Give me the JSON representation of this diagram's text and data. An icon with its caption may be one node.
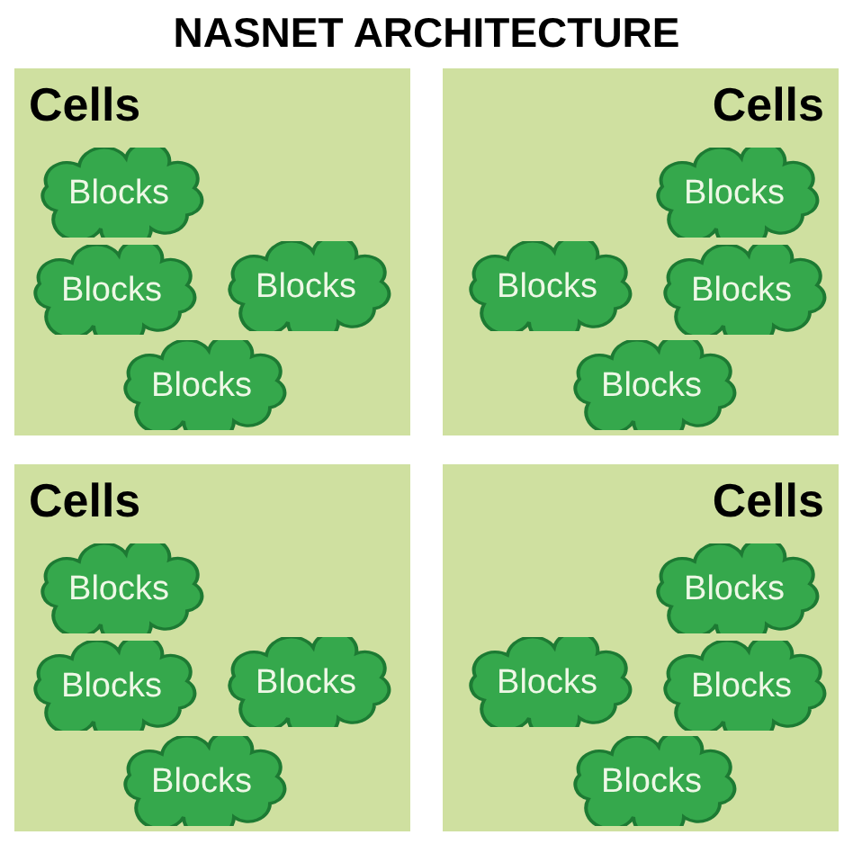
{
  "diagram": {
    "title": "NASNET ARCHITECTURE",
    "nodes": [
      {
        "text": [
          "Cells"
        ]
      },
      {
        "text": [
          "Blocks"
        ],
        "in": 0
      },
      {
        "text": [
          "Blocks"
        ],
        "in": 0
      },
      {
        "text": [
          "Blocks"
        ],
        "in": 0
      },
      {
        "text": [
          "Blocks"
        ],
        "in": 0
      },
      {
        "text": [
          "Cells"
        ]
      },
      {
        "text": [
          "Blocks"
        ],
        "in": 5
      },
      {
        "text": [
          "Blocks"
        ],
        "in": 5
      },
      {
        "text": [
          "Blocks"
        ],
        "in": 5
      },
      {
        "text": [
          "Blocks"
        ],
        "in": 5
      },
      {
        "text": [
          "Cells"
        ]
      },
      {
        "text": [
          "Blocks"
        ],
        "in": 10
      },
      {
        "text": [
          "Blocks"
        ],
        "in": 10
      },
      {
        "text": [
          "Blocks"
        ],
        "in": 10
      },
      {
        "text": [
          "Blocks"
        ],
        "in": 10
      },
      {
        "text": [
          "Cells"
        ]
      },
      {
        "text": [
          "Blocks"
        ],
        "in": 15
      },
      {
        "text": [
          "Blocks"
        ],
        "in": 15
      },
      {
        "text": [
          "Blocks"
        ],
        "in": 15
      },
      {
        "text": [
          "Blocks"
        ],
        "in": 15
      }
    ],
    "edges": []
  }
}
